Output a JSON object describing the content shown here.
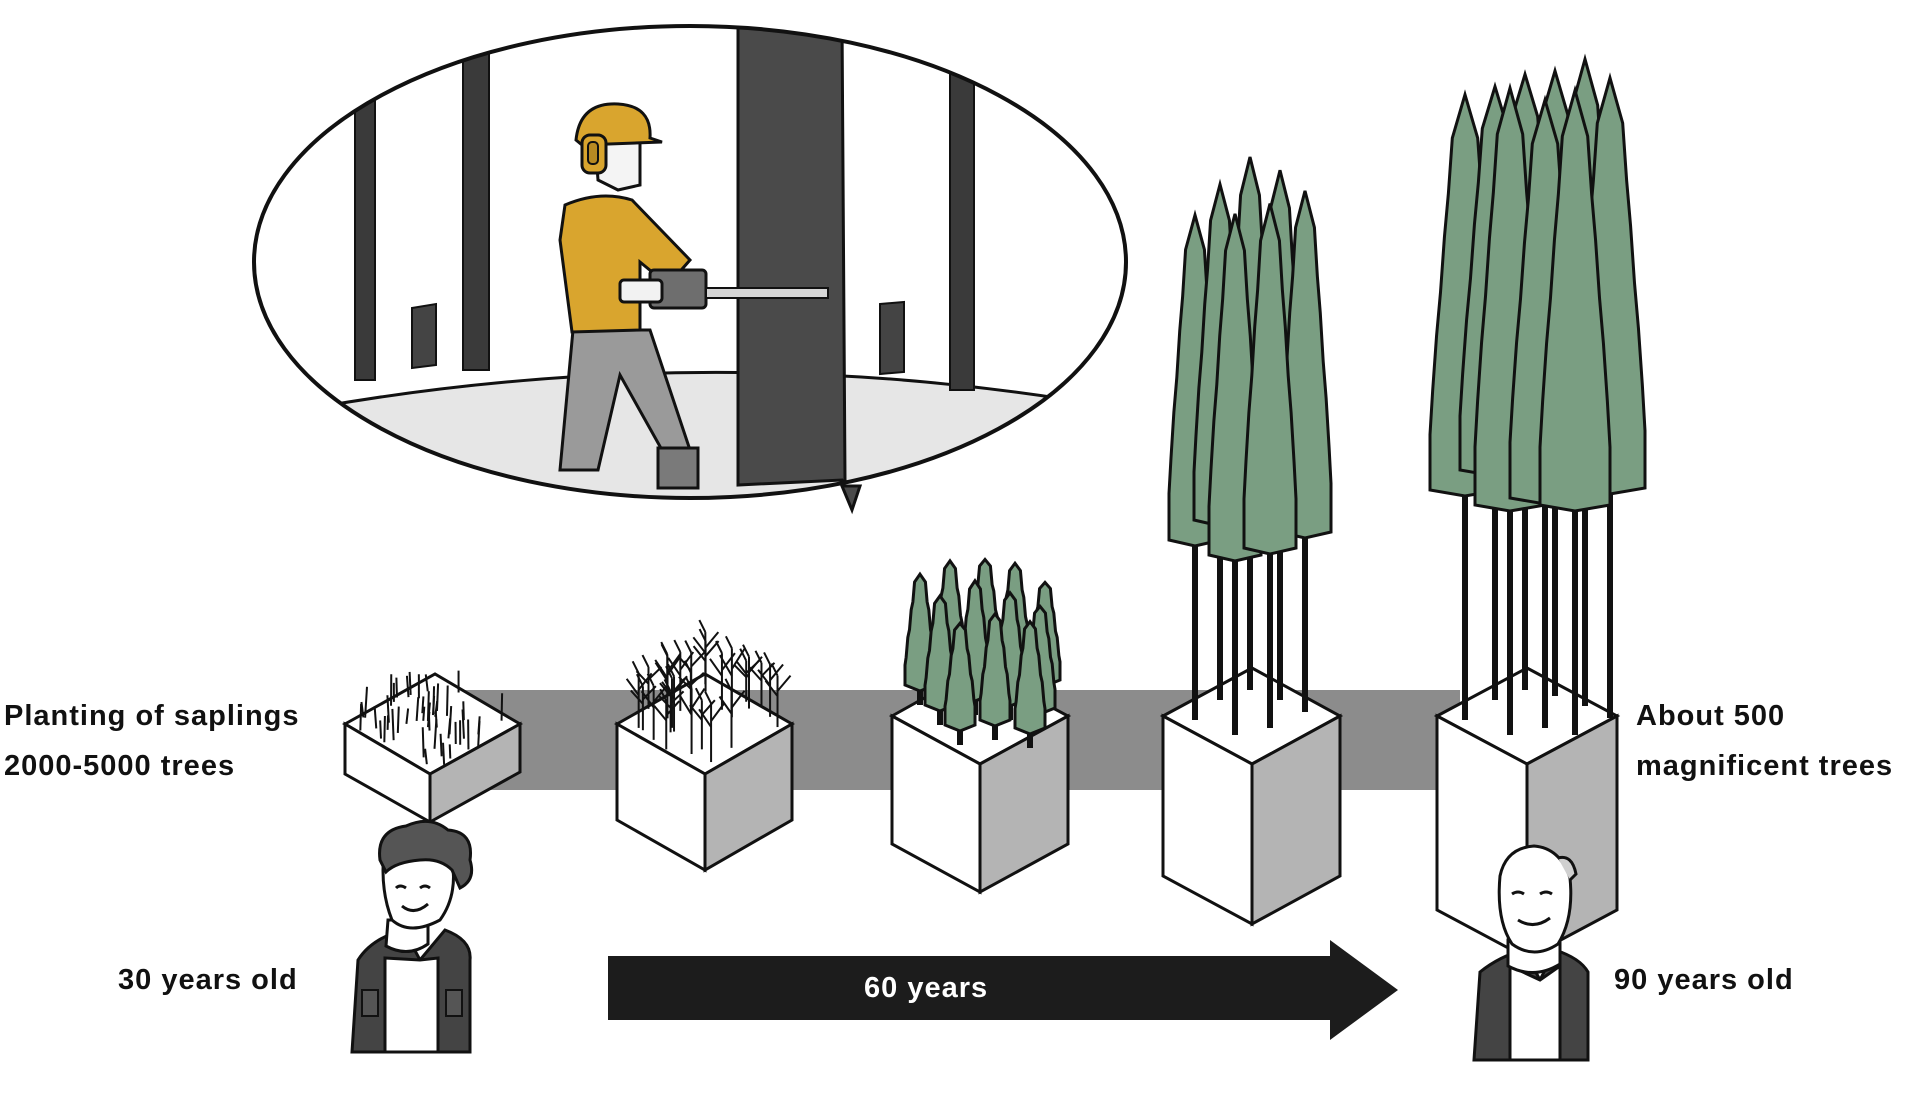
{
  "labels": {
    "start_line1": "Planting of saplings",
    "start_line2": "2000-5000 trees",
    "end_line1": "About 500",
    "end_line2": "magnificent trees",
    "age_start": "30 years old",
    "age_end": "90 years old",
    "duration": "60 years"
  },
  "colors": {
    "tree_green": "#7a9e82",
    "outline": "#111111",
    "helmet_yellow": "#d9a52e",
    "band_gray": "#8c8c8c",
    "arrow_black": "#1c1c1c",
    "ground_gray": "#e6e6e6"
  }
}
